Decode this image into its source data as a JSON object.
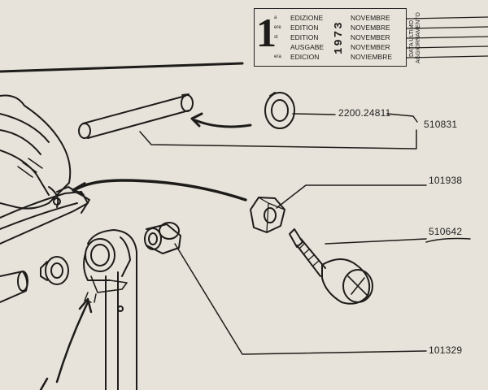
{
  "edition": {
    "number": "1",
    "rows": [
      {
        "ordinal": "a",
        "language": "EDIZIONE",
        "month": "NOVEMBRE"
      },
      {
        "ordinal": "ere",
        "language": "EDITION",
        "month": "NOVEMBRE"
      },
      {
        "ordinal": "st",
        "language": "EDITION",
        "month": "NOVEMBER"
      },
      {
        "ordinal": "",
        "language": "AUSGABE",
        "month": "NOVEMBER"
      },
      {
        "ordinal": "era",
        "language": "EDICION",
        "month": "NOVIEMBRE"
      }
    ],
    "year": "1973",
    "last_update_label": [
      "DATA ULTIMO",
      "AGGIORNAMENTO"
    ]
  },
  "parts": [
    {
      "id": "part-2200-24811",
      "number": "2200.24811"
    },
    {
      "id": "part-510831",
      "number": "510831"
    },
    {
      "id": "part-101938",
      "number": "101938"
    },
    {
      "id": "part-510642",
      "number": "510642"
    },
    {
      "id": "part-101329",
      "number": "101329"
    }
  ],
  "colors": {
    "paper": "#e7e3da",
    "ink": "#1e1c1a"
  }
}
